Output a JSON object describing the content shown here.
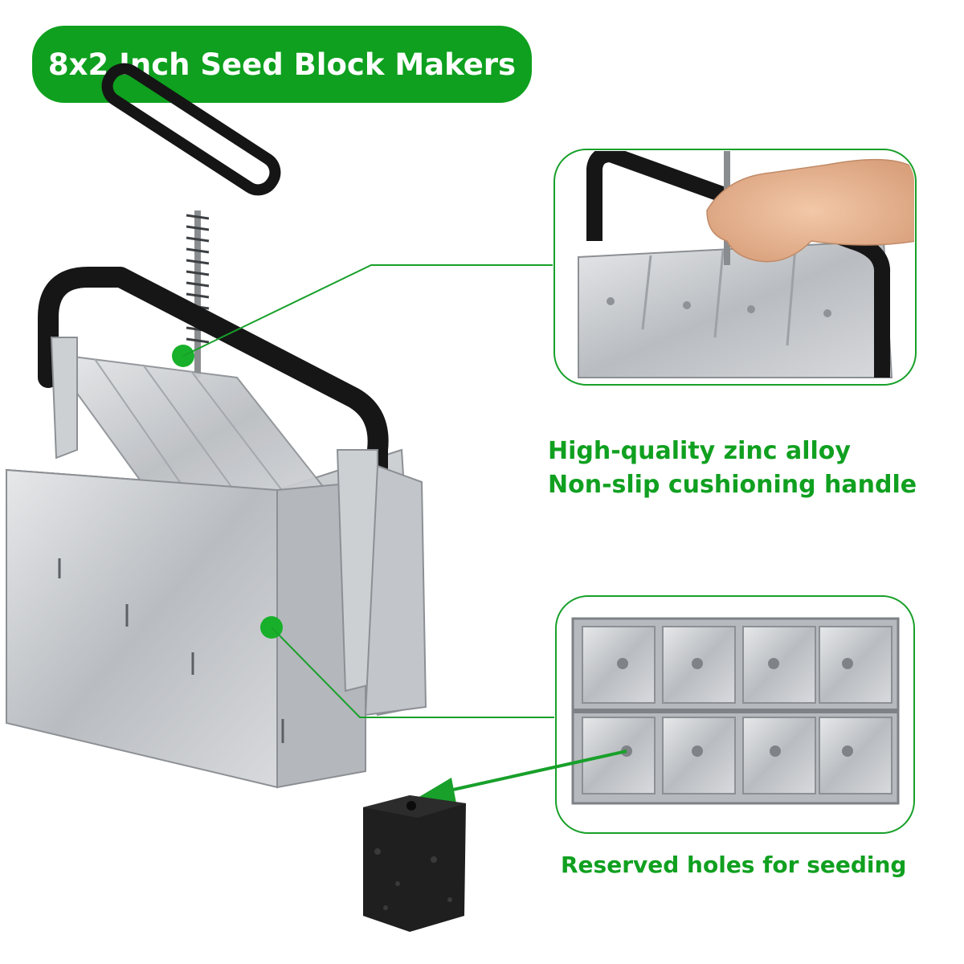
{
  "title": "8x2 Inch Seed Block Makers",
  "captions": {
    "line1": "High-quality zinc alloy",
    "line2": "Non-slip cushioning handle",
    "line3": "Reserved holes for seeding"
  },
  "colors": {
    "brand_green": "#0ea01e",
    "caption_green": "#10a020",
    "metal": "#c9ccd0",
    "handle": "#1a1a1a"
  },
  "icons": [
    "seed-block-maker-photo",
    "hand-pressing-photo",
    "top-view-photo",
    "soil-block-photo"
  ]
}
